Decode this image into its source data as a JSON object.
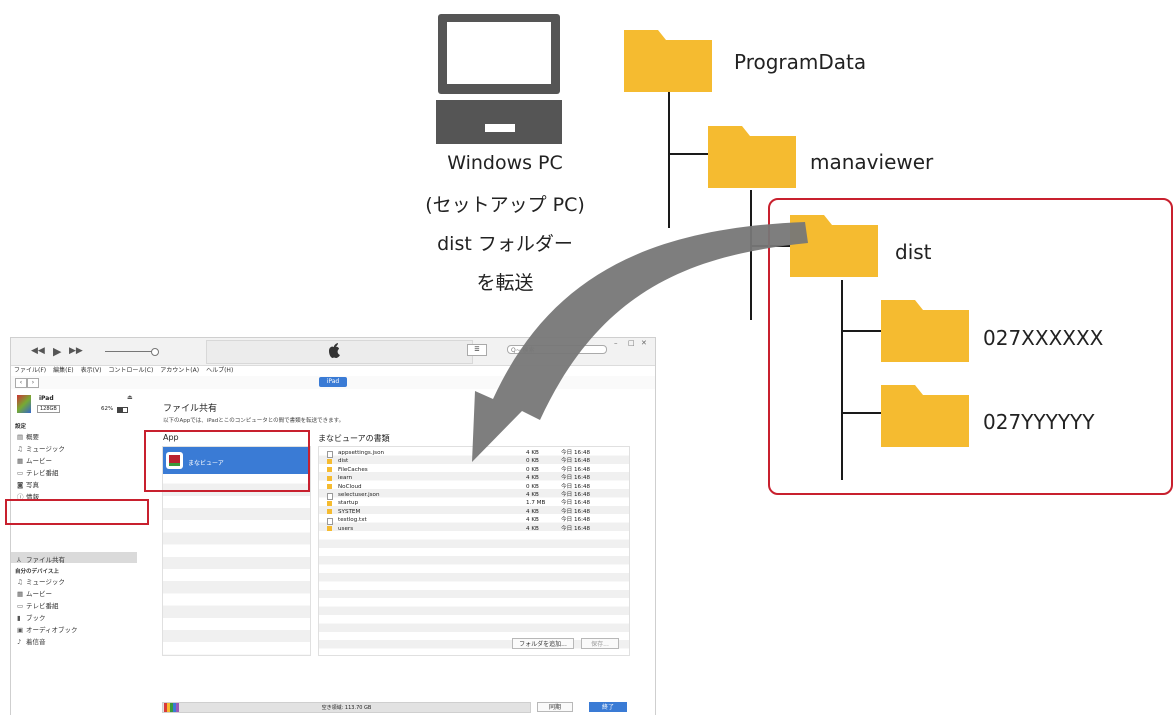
{
  "pc": {
    "label_line1": "Windows PC",
    "label_line2": "(セットアップ PC)",
    "label_line3": "dist フォルダー",
    "label_line4": "を転送"
  },
  "tree": {
    "root": "ProgramData",
    "child": "manaviewer",
    "dist": "dist",
    "sub1": "027XXXXXX",
    "sub2": "027YYYYYY"
  },
  "itunes": {
    "search_placeholder": "Q~ 検索",
    "menu": [
      "ファイル(F)",
      "編集(E)",
      "表示(V)",
      "コントロール(C)",
      "アカウント(A)",
      "ヘルプ(H)"
    ],
    "device": {
      "name": "iPad",
      "capacity": "128GB",
      "battery": "62%"
    },
    "sidebar": {
      "settings_header": "設定",
      "settings_items": [
        {
          "icon": "summary-icon",
          "label": "概要"
        },
        {
          "icon": "music-icon",
          "label": "ミュージック"
        },
        {
          "icon": "movie-icon",
          "label": "ムービー"
        },
        {
          "icon": "tv-icon",
          "label": "テレビ番組"
        },
        {
          "icon": "photo-icon",
          "label": "写真"
        },
        {
          "icon": "info-icon",
          "label": "情報"
        },
        {
          "icon": "file-sharing-icon",
          "label": "ファイル共有"
        }
      ],
      "device_header": "自分のデバイス上",
      "device_items": [
        {
          "icon": "music-icon",
          "label": "ミュージック"
        },
        {
          "icon": "movie-icon",
          "label": "ムービー"
        },
        {
          "icon": "tv-icon",
          "label": "テレビ番組"
        },
        {
          "icon": "book-icon",
          "label": "ブック"
        },
        {
          "icon": "audiobook-icon",
          "label": "オーディオブック"
        },
        {
          "icon": "ringtone-icon",
          "label": "着信音"
        }
      ]
    },
    "main": {
      "title": "ファイル共有",
      "description": "以下のAppでは、iPadとこのコンピュータとの間で書類を転送できます。",
      "app_header": "App",
      "app_name": "まなビューア",
      "docs_header": "まなビューアの書類",
      "files": [
        {
          "name": "appsettings.json",
          "size": "4 KB",
          "date": "今日 16:48",
          "type": "file"
        },
        {
          "name": "dist",
          "size": "0 KB",
          "date": "今日 16:48",
          "type": "folder"
        },
        {
          "name": "FileCaches",
          "size": "0 KB",
          "date": "今日 16:48",
          "type": "folder"
        },
        {
          "name": "learn",
          "size": "4 KB",
          "date": "今日 16:48",
          "type": "folder"
        },
        {
          "name": "NoCloud",
          "size": "0 KB",
          "date": "今日 16:48",
          "type": "folder"
        },
        {
          "name": "selectuser.json",
          "size": "4 KB",
          "date": "今日 16:48",
          "type": "file"
        },
        {
          "name": "startup",
          "size": "1.7 MB",
          "date": "今日 16:48",
          "type": "folder"
        },
        {
          "name": "SYSTEM",
          "size": "4 KB",
          "date": "今日 16:48",
          "type": "folder"
        },
        {
          "name": "testlog.txt",
          "size": "4 KB",
          "date": "今日 16:48",
          "type": "file"
        },
        {
          "name": "users",
          "size": "4 KB",
          "date": "今日 16:48",
          "type": "folder"
        }
      ],
      "add_folder_button": "フォルダを追加...",
      "save_button": "保存...",
      "storage_text": "空き領域: 113.70 GB",
      "sync_button": "同期",
      "done_button": "終了"
    }
  },
  "colors": {
    "folder": "#f5bb30",
    "highlight_red": "#c8202e",
    "arrow": "#777777",
    "selected_blue": "#3a7bd5",
    "laptop": "#555555"
  }
}
